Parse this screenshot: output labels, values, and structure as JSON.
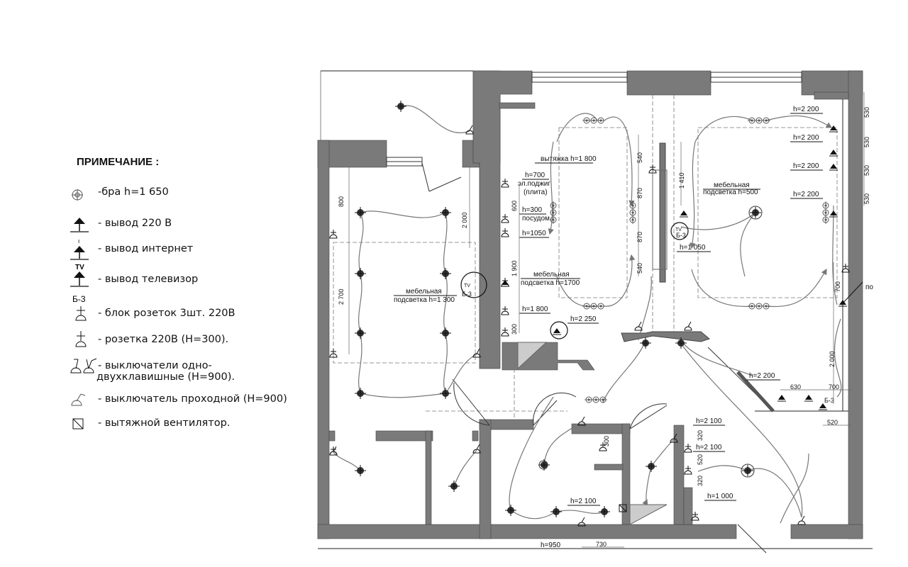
{
  "legend": {
    "title": "ПРИМЕЧАНИЕ :",
    "items": [
      {
        "icon": "sconce-icon",
        "text": "-бра h=1 650"
      },
      {
        "icon": "outlet-220-icon",
        "text": "- вывод 220 В"
      },
      {
        "icon": "internet-outlet-icon",
        "text": "- вывод интернет",
        "mark": "I"
      },
      {
        "icon": "tv-outlet-icon",
        "text": "- вывод телевизор",
        "mark": "TV"
      },
      {
        "icon": "socket-block-icon",
        "text": "- блок розеток 3шт. 220В",
        "mark": "Б-3"
      },
      {
        "icon": "socket-icon",
        "text": "-  розетка 220В (H=300)."
      },
      {
        "icon": "switch-icon",
        "text": "-  выключатели одно-",
        "text2": "двухклавишные (H=900)."
      },
      {
        "icon": "pass-switch-icon",
        "text": "-  выключатель проходной (H=900)"
      },
      {
        "icon": "exhaust-fan-icon",
        "text": "-  вытяжной вентилятор."
      }
    ]
  },
  "plan": {
    "labels": {
      "hood": "вытяжка h=1 800",
      "h700": "h=700",
      "ignition": "эл.поджиг",
      "stove": "(плита)",
      "h300": "h=300",
      "dishwasher": "посудом.",
      "h1050a": "h=1050",
      "furn1700a": "мебельная",
      "furn1700b": "подсветка h=1700",
      "furn1300a": "мебельная",
      "furn1300b": "подсветка h=1 300",
      "h1800": "h=1 800",
      "h2250": "h=2 250",
      "furn500a": "мебельная",
      "furn500b": "подсветка h=500",
      "h1050b": "h=1 050",
      "h2200a": "h=2 200",
      "h2200b": "h=2 200",
      "h2200c": "h=2 200",
      "h2200d": "h=2 200",
      "h2200e": "h=2 200",
      "po": "по",
      "h2100a": "h=2 100",
      "h2100b": "h=2 100",
      "h2100c": "h=2 100",
      "h1000": "h=1 000",
      "h950": "h=950",
      "b3a": "Б-3",
      "b3b": "Б-3",
      "b3c": "Б-3",
      "tv1": "TV",
      "tv2": "TV"
    },
    "dims": {
      "d800": "800",
      "d2000a": "2 000",
      "d2700": "2 700",
      "d600": "600",
      "d1900": "1 900",
      "d300a": "300",
      "d540a": "540",
      "d870a": "870",
      "d870b": "870",
      "d540b": "540",
      "d1410": "1 410",
      "d530a": "530",
      "d530b": "530",
      "d530c": "530",
      "d530d": "530",
      "d700a": "700",
      "d2000b": "2 000",
      "d630": "630",
      "d700b": "700",
      "d520a": "520",
      "d300b": "300",
      "d320a": "320",
      "d520b": "520",
      "d320b": "320",
      "d730": "730"
    }
  }
}
